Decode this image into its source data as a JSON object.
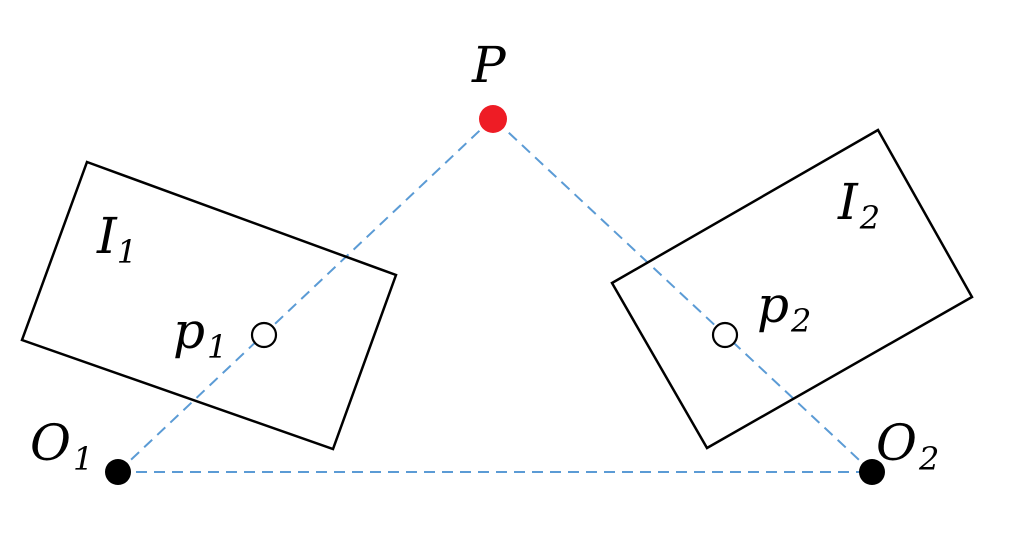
{
  "colors": {
    "ray": "#5b9bd5",
    "point_P": "#ee1c25",
    "camera_center": "#000000"
  },
  "labels": {
    "P": "P",
    "I1_main": "I",
    "I1_sub": "1",
    "I2_main": "I",
    "I2_sub": "2",
    "p1_main": "p",
    "p1_sub": "1",
    "p2_main": "p",
    "p2_sub": "2",
    "O1_main": "O",
    "O1_sub": "1",
    "O2_main": "O",
    "O2_sub": "2"
  }
}
